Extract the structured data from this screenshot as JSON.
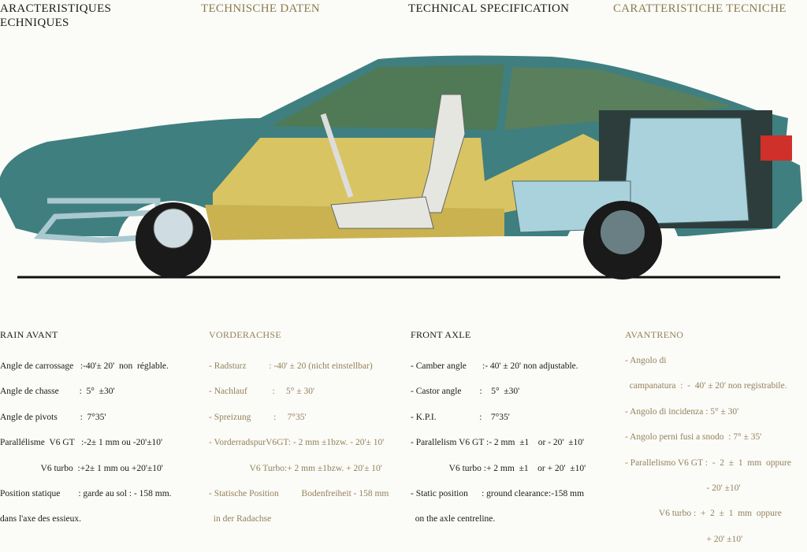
{
  "headers": {
    "french": [
      "ARACTERISTIQUES",
      "ECHNIQUES"
    ],
    "german": "TECHNISCHE DATEN",
    "english": "TECHNICAL SPECIFICATION",
    "italian": "CARATTERISTICHE TECNICHE"
  },
  "sections": {
    "french": {
      "title": "RAIN AVANT",
      "lines": [
        "Angle de carrossage   :-40'± 20'  non  réglable.",
        "Angle de chasse         :  5°  ±30'",
        "Angle de pivots          :  7°35'",
        "Parallélisme  V6 GT   :-2± 1 mm ou -20'±10'",
        "                  V6 turbo  :+2± 1 mm ou +20'±10'",
        "Position statique        : garde au sol : - 158 mm.",
        "dans l'axe des essieux."
      ]
    },
    "german": {
      "title": "VORDERACHSE",
      "lines": [
        "- Radsturz          : -40' ± 20 (nicht einstellbar)",
        "- Nachlauf           :     5° ± 30'",
        "- Spreizung          :     7°35'",
        "- VorderradspurV6GT: - 2 mm ±1bzw. - 20'± 10'",
        "                  V6 Turbo:+ 2 mm ±1bzw. + 20'± 10'",
        "- Statische Position          Bodenfreiheit - 158 mm",
        "  in der Radachse"
      ]
    },
    "english": {
      "title": "FRONT AXLE",
      "lines": [
        "- Camber angle       :- 40' ± 20' non adjustable.",
        "- Castor angle        :    5°  ±30'",
        "- K.P.I.                   :    7°35'",
        "- Parallelism V6 GT :- 2 mm  ±1    or - 20'  ±10'",
        "                 V6 turbo :+ 2 mm  ±1    or + 20'  ±10'",
        "- Static position      : ground clearance:-158 mm",
        "  on the axle centreline."
      ]
    },
    "italian": {
      "title": "AVANTRENO",
      "lines": [
        "- Angolo di",
        "  campanatura  :  -  40' ± 20' non registrabile.",
        "- Angolo di incidenza : 5° ± 30'",
        "- Angolo perni fusi a snodo  : 7° ± 35'",
        "- Parallelismo V6 GT :  -  2  ±  1  mm  oppure",
        "                                    - 20' ±10'",
        "               V6 turbo :  +  2  ±  1  mm  oppure",
        "                                    + 20' ±10'"
      ]
    }
  },
  "colors": {
    "body": "#3f7f80",
    "interior": "#d9c463",
    "engine": "#a9d2dc",
    "text_tan": "#8c7a4c"
  }
}
